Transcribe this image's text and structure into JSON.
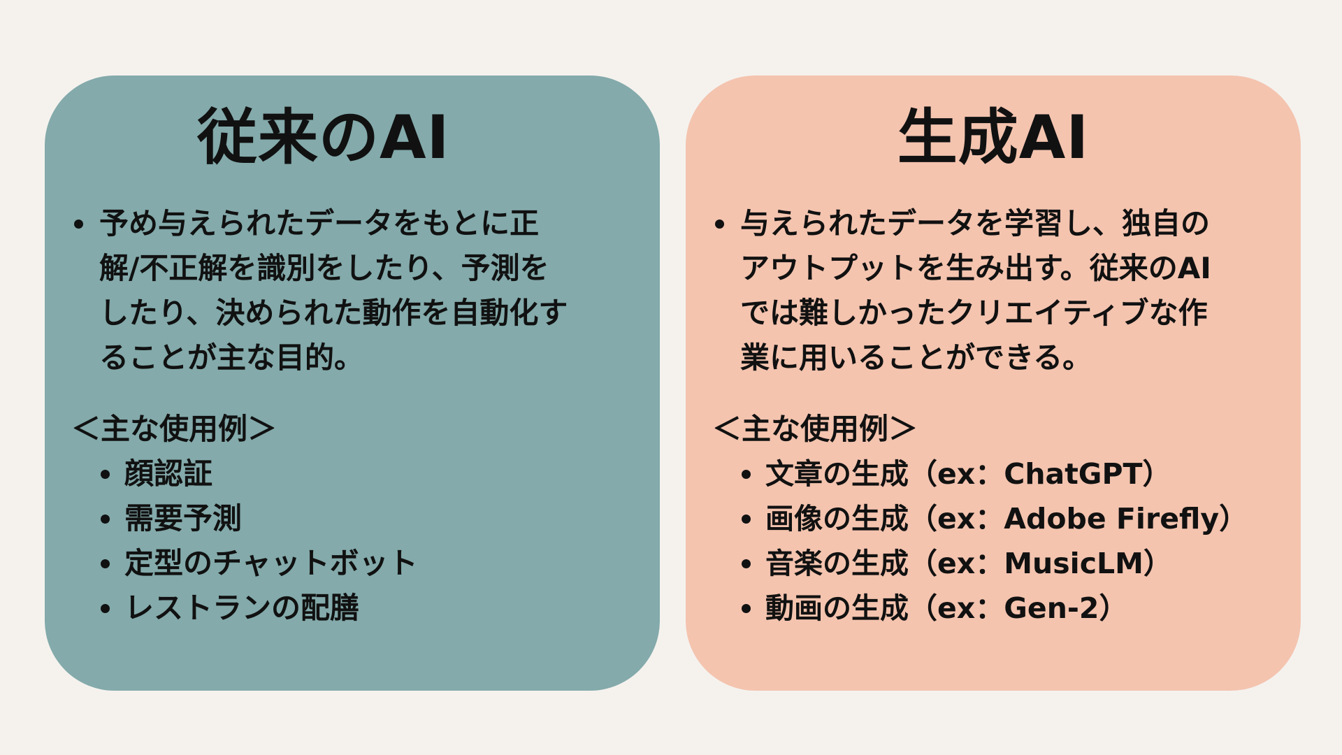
{
  "colors": {
    "background": "#f5f2ee",
    "left_card": "#84aaab",
    "right_card": "#f4c4af",
    "text": "#111111"
  },
  "left": {
    "title": "従来のAI",
    "description": "予め与えられたデータをもとに正\n解/不正解を識別をしたり、予測を\nしたり、決められた動作を自動化す\nることが主な目的。",
    "examples_heading": "＜主な使用例＞",
    "examples": [
      "顔認証",
      "需要予測",
      "定型のチャットボット",
      "レストランの配膳"
    ]
  },
  "right": {
    "title": "生成AI",
    "description": "与えられたデータを学習し、独自の\nアウトプットを生み出す。従来のAI\nでは難しかったクリエイティブな作\n業に用いることができる。",
    "examples_heading": "＜主な使用例＞",
    "examples": [
      "文章の生成（ex：ChatGPT）",
      "画像の生成（ex：Adobe Firefly）",
      "音楽の生成（ex：MusicLM）",
      "動画の生成（ex：Gen-2）"
    ]
  }
}
